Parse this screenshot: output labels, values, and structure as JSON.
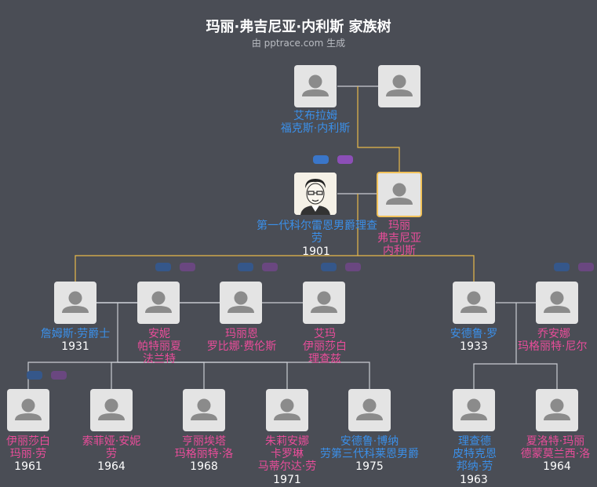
{
  "title": "玛丽·弗吉尼亚·内利斯 家族树",
  "subtitle": "由 pptrace.com 生成",
  "people": {
    "abraham": {
      "name": [
        "艾布拉姆",
        "福克斯·内利斯"
      ],
      "gender": "male"
    },
    "abraham_spouse": {
      "name": [],
      "gender": "unknown"
    },
    "earl": {
      "name": [
        "第一代科尔雷恩男爵理查",
        "劳"
      ],
      "year": "1901",
      "gender": "male",
      "photo": "portrait-sketch"
    },
    "mary": {
      "name": [
        "玛丽",
        "弗吉尼亚",
        "内利斯"
      ],
      "gender": "female",
      "selected": true
    },
    "james": {
      "name": [
        "詹姆斯·劳爵士"
      ],
      "year": "1931",
      "gender": "male"
    },
    "annie": {
      "name": [
        "安妮",
        "帕特丽夏",
        "法兰特"
      ],
      "gender": "female"
    },
    "marian": {
      "name": [
        "玛丽恩",
        "罗比娜·费伦斯"
      ],
      "gender": "female"
    },
    "emma": {
      "name": [
        "艾玛",
        "伊丽莎白",
        "理查兹"
      ],
      "gender": "female"
    },
    "andrew": {
      "name": [
        "安德鲁·罗"
      ],
      "year": "1933",
      "gender": "male"
    },
    "joanna": {
      "name": [
        "乔安娜",
        "玛格丽特·尼尔"
      ],
      "gender": "female"
    },
    "elizabeth": {
      "name": [
        "伊丽莎白",
        "玛丽·劳"
      ],
      "year": "1961",
      "gender": "female"
    },
    "sophia": {
      "name": [
        "索菲娅·安妮",
        "劳"
      ],
      "year": "1964",
      "gender": "female"
    },
    "henrietta": {
      "name": [
        "亨丽埃塔",
        "玛格丽特·洛"
      ],
      "year": "1968",
      "gender": "female"
    },
    "julianna": {
      "name": [
        "朱莉安娜",
        "卡罗琳",
        "马蒂尔达·劳"
      ],
      "year": "1971",
      "gender": "female"
    },
    "andrew_baron": {
      "name": [
        "安德鲁·博纳",
        "劳第三代科莱恩男爵"
      ],
      "year": "1975",
      "gender": "male"
    },
    "richard": {
      "name": [
        "理查德",
        "皮特克恩",
        "邦纳·劳"
      ],
      "year": "1963",
      "gender": "male"
    },
    "charlotte": {
      "name": [
        "夏洛特·玛丽",
        "德蒙莫兰西·洛"
      ],
      "year": "1964",
      "gender": "female"
    }
  },
  "colors": {
    "male": "#3b8fe8",
    "female": "#e94d9a",
    "line_parent": "#e8b94a",
    "line_child": "#c9ccd2",
    "selected_border": "#f2c25a"
  }
}
